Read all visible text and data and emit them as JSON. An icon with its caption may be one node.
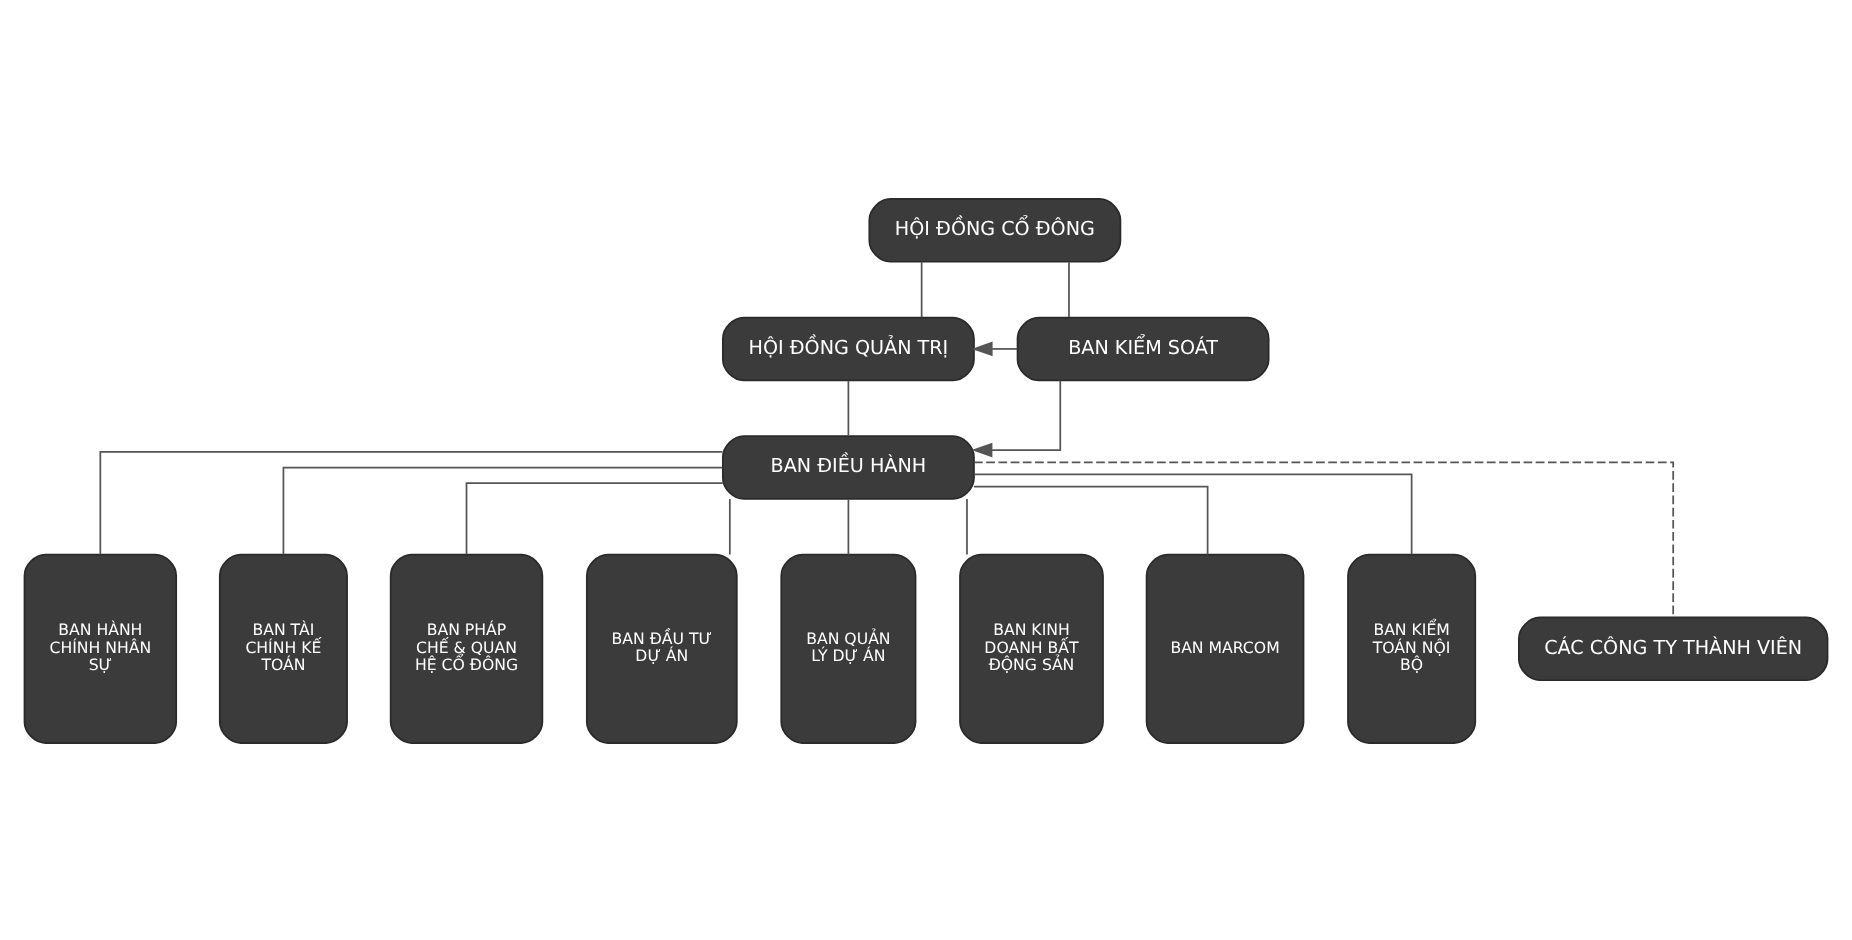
{
  "diagram": {
    "nodes": [
      {
        "text": [
          "HỘI ĐỒNG CỔ ĐÔNG"
        ]
      },
      {
        "text": [
          "HỘI ĐỒNG QUẢN TRỊ"
        ]
      },
      {
        "text": [
          "BAN ĐIỀU HÀNH"
        ]
      },
      {
        "text": [
          "BAN KIỂM SOÁT"
        ]
      },
      {
        "text": [
          "BAN HÀNH CHÍNH NHÂN SỰ"
        ]
      },
      {
        "text": [
          "BAN TÀI CHÍNH KẾ TOÁN"
        ]
      },
      {
        "text": [
          "BAN PHÁP CHẾ & QUAN HỆ CỔ ĐÔNG"
        ]
      },
      {
        "text": [
          "BAN ĐẦU TƯ DỰ ÁN"
        ]
      },
      {
        "text": [
          "BAN QUẢN LÝ DỰ ÁN"
        ]
      },
      {
        "text": [
          "BAN KINH DOANH BẤT ĐỘNG SẢN"
        ]
      },
      {
        "text": [
          "BAN MARCOM"
        ]
      },
      {
        "text": [
          "BAN KIỂM TOÁN NỘI BỘ"
        ]
      },
      {
        "text": [
          "CÁC CÔNG TY THÀNH VIÊN"
        ]
      }
    ],
    "edges": [
      {
        "from": 0,
        "to": 1,
        "arrow": "none"
      },
      {
        "from": 0,
        "to": 3,
        "arrow": "none"
      },
      {
        "from": 1,
        "to": 2,
        "arrow": "none"
      },
      {
        "from": 3,
        "to": 1,
        "arrow": "to"
      },
      {
        "from": 3,
        "to": 2,
        "arrow": "to"
      },
      {
        "from": 2,
        "to": 4,
        "arrow": "none"
      },
      {
        "from": 2,
        "to": 5,
        "arrow": "none"
      },
      {
        "from": 2,
        "to": 6,
        "arrow": "none"
      },
      {
        "from": 2,
        "to": 7,
        "arrow": "none"
      },
      {
        "from": 2,
        "to": 8,
        "arrow": "none"
      },
      {
        "from": 2,
        "to": 9,
        "arrow": "none"
      },
      {
        "from": 2,
        "to": 10,
        "arrow": "none"
      },
      {
        "from": 2,
        "to": 11,
        "arrow": "none"
      },
      {
        "from": 2,
        "to": 12,
        "arrow": "none",
        "style": "dashed"
      }
    ]
  }
}
